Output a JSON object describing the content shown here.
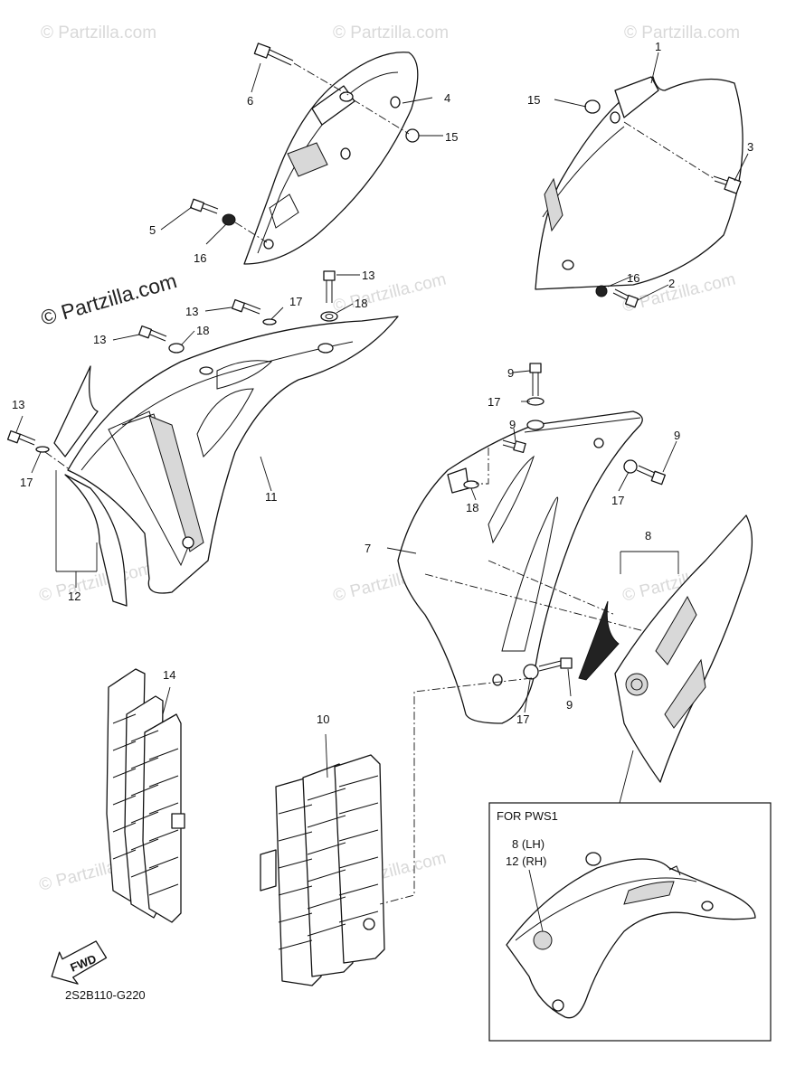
{
  "watermark": {
    "repeated": "© Partzilla.com",
    "primary": "© Partzilla.com"
  },
  "callouts": {
    "c1": "1",
    "c2": "2",
    "c3": "3",
    "c4": "4",
    "c5": "5",
    "c6": "6",
    "c7": "7",
    "c8": "8",
    "c9a": "9",
    "c9b": "9",
    "c9c": "9",
    "c9d": "9",
    "c10": "10",
    "c11": "11",
    "c12": "12",
    "c13a": "13",
    "c13b": "13",
    "c13c": "13",
    "c13d": "13",
    "c14": "14",
    "c15a": "15",
    "c15b": "15",
    "c16a": "16",
    "c16b": "16",
    "c17a": "17",
    "c17b": "17",
    "c17c": "17",
    "c17d": "17",
    "c18a": "18",
    "c18b": "18",
    "c18c": "18"
  },
  "inset": {
    "title": "FOR PWS1",
    "line1": "8  (LH)",
    "line2": "12 (RH)"
  },
  "fwd_label": "FWD",
  "diagram_code": "2S2B110-G220"
}
